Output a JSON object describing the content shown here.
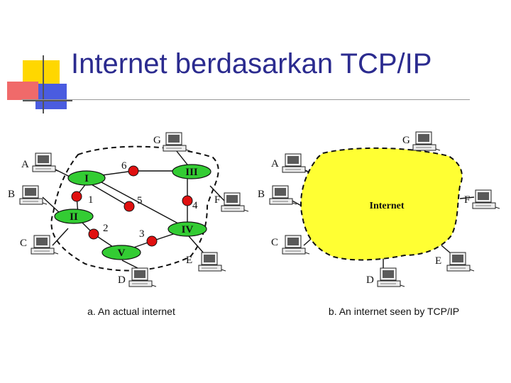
{
  "slide": {
    "title": "Internet berdasarkan TCP/IP"
  },
  "left_diagram": {
    "hosts": [
      "A",
      "B",
      "C",
      "D",
      "E",
      "F",
      "G"
    ],
    "routers": [
      "I",
      "II",
      "III",
      "IV",
      "V"
    ],
    "link_numbers": [
      "1",
      "2",
      "3",
      "4",
      "5",
      "6"
    ],
    "caption": "a. An actual internet"
  },
  "right_diagram": {
    "hosts": [
      "A",
      "B",
      "C",
      "D",
      "E",
      "F",
      "G"
    ],
    "cloud_label": "Internet",
    "caption": "b. An internet seen by TCP/IP"
  },
  "colors": {
    "title": "#2b2b8f",
    "router_fill": "#33cc33",
    "node_fill": "#e01010",
    "cloud_fill": "#ffff33",
    "deco_yellow": "#ffd700",
    "deco_blue": "#4a5ce0",
    "deco_red": "#f06a6a"
  },
  "icons": {
    "host": "computer-icon"
  }
}
